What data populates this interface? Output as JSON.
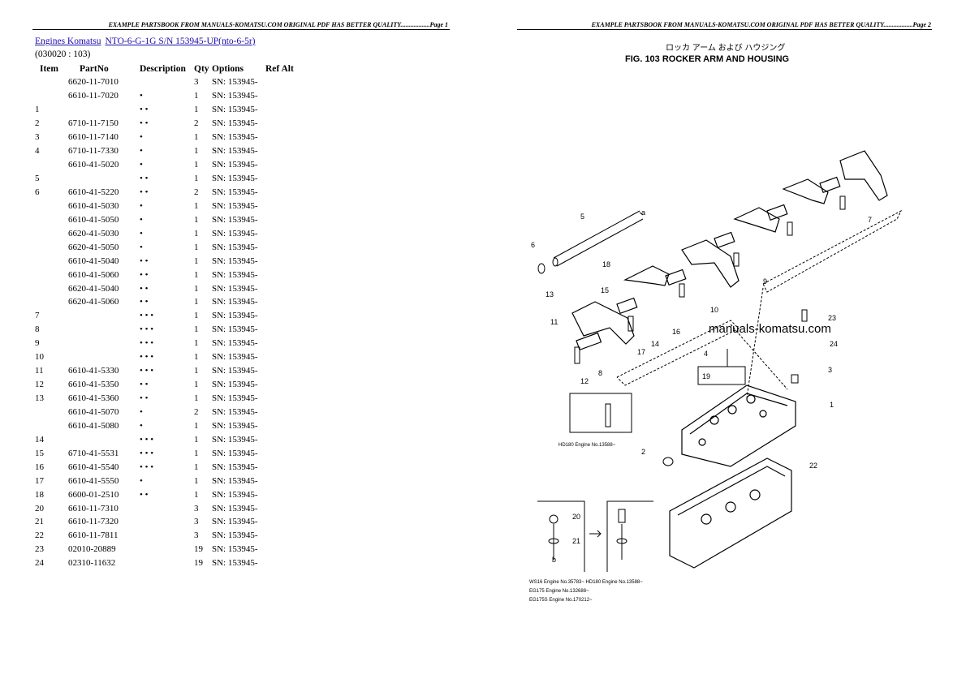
{
  "headers": {
    "left": "EXAMPLE PARTSBOOK FROM MANUALS-KOMATSU.COM ORIGINAL PDF HAS BETTER QUALITY..................Page 1",
    "right": "EXAMPLE PARTSBOOK FROM MANUALS-KOMATSU.COM ORIGINAL PDF HAS BETTER QUALITY..................Page 2"
  },
  "title": {
    "part1": "Engines Komatsu",
    "part2": "NTO-6-G-1G S/N 153945-UP(nto-6-5r)"
  },
  "subtitle": "(030020 : 103)",
  "table": {
    "columns": [
      "Item",
      "PartNo",
      "Description",
      "Qty",
      "Options",
      "Ref Alt"
    ],
    "rows": [
      {
        "item": "",
        "part": "6620-11-7010",
        "desc": "",
        "qty": "3",
        "opt": "SN: 153945-"
      },
      {
        "item": "",
        "part": "6610-11-7020",
        "desc": "•",
        "qty": "1",
        "opt": "SN: 153945-"
      },
      {
        "item": "1",
        "part": "",
        "desc": "• •",
        "qty": "1",
        "opt": "SN: 153945-"
      },
      {
        "item": "2",
        "part": "6710-11-7150",
        "desc": "• •",
        "qty": "2",
        "opt": "SN: 153945-"
      },
      {
        "item": "3",
        "part": "6610-11-7140",
        "desc": "•",
        "qty": "1",
        "opt": "SN: 153945-"
      },
      {
        "item": "4",
        "part": "6710-11-7330",
        "desc": "•",
        "qty": "1",
        "opt": "SN: 153945-"
      },
      {
        "item": "",
        "part": "6610-41-5020",
        "desc": "•",
        "qty": "1",
        "opt": "SN: 153945-"
      },
      {
        "item": "5",
        "part": "",
        "desc": "• •",
        "qty": "1",
        "opt": "SN: 153945-"
      },
      {
        "item": "6",
        "part": "6610-41-5220",
        "desc": "• •",
        "qty": "2",
        "opt": "SN: 153945-"
      },
      {
        "item": "",
        "part": "6610-41-5030",
        "desc": "•",
        "qty": "1",
        "opt": "SN: 153945-"
      },
      {
        "item": "",
        "part": "6610-41-5050",
        "desc": "•",
        "qty": "1",
        "opt": "SN: 153945-"
      },
      {
        "item": "",
        "part": "6620-41-5030",
        "desc": "•",
        "qty": "1",
        "opt": "SN: 153945-"
      },
      {
        "item": "",
        "part": "6620-41-5050",
        "desc": "•",
        "qty": "1",
        "opt": "SN: 153945-"
      },
      {
        "item": "",
        "part": "6610-41-5040",
        "desc": "• •",
        "qty": "1",
        "opt": "SN: 153945-"
      },
      {
        "item": "",
        "part": "6610-41-5060",
        "desc": "• •",
        "qty": "1",
        "opt": "SN: 153945-"
      },
      {
        "item": "",
        "part": "6620-41-5040",
        "desc": "• •",
        "qty": "1",
        "opt": "SN: 153945-"
      },
      {
        "item": "",
        "part": "6620-41-5060",
        "desc": "• •",
        "qty": "1",
        "opt": "SN: 153945-"
      },
      {
        "item": "7",
        "part": "",
        "desc": "• • •",
        "qty": "1",
        "opt": "SN: 153945-"
      },
      {
        "item": "8",
        "part": "",
        "desc": "• • •",
        "qty": "1",
        "opt": "SN: 153945-"
      },
      {
        "item": "9",
        "part": "",
        "desc": "• • •",
        "qty": "1",
        "opt": "SN: 153945-"
      },
      {
        "item": "10",
        "part": "",
        "desc": "• • •",
        "qty": "1",
        "opt": "SN: 153945-"
      },
      {
        "item": "11",
        "part": "6610-41-5330",
        "desc": "• • •",
        "qty": "1",
        "opt": "SN: 153945-"
      },
      {
        "item": "12",
        "part": "6610-41-5350",
        "desc": "• •",
        "qty": "1",
        "opt": "SN: 153945-"
      },
      {
        "item": "13",
        "part": "6610-41-5360",
        "desc": "• •",
        "qty": "1",
        "opt": "SN: 153945-"
      },
      {
        "item": "",
        "part": "6610-41-5070",
        "desc": "•",
        "qty": "2",
        "opt": "SN: 153945-"
      },
      {
        "item": "",
        "part": "6610-41-5080",
        "desc": "•",
        "qty": "1",
        "opt": "SN: 153945-"
      },
      {
        "item": "14",
        "part": "",
        "desc": "• • •",
        "qty": "1",
        "opt": "SN: 153945-"
      },
      {
        "item": "15",
        "part": "6710-41-5531",
        "desc": "• • •",
        "qty": "1",
        "opt": "SN: 153945-"
      },
      {
        "item": "16",
        "part": "6610-41-5540",
        "desc": "• • •",
        "qty": "1",
        "opt": "SN: 153945-"
      },
      {
        "item": "17",
        "part": "6610-41-5550",
        "desc": "•",
        "qty": "1",
        "opt": "SN: 153945-"
      },
      {
        "item": "18",
        "part": "6600-01-2510",
        "desc": "• •",
        "qty": "1",
        "opt": "SN: 153945-"
      },
      {
        "item": "20",
        "part": "6610-11-7310",
        "desc": "",
        "qty": "3",
        "opt": "SN: 153945-"
      },
      {
        "item": "21",
        "part": "6610-11-7320",
        "desc": "",
        "qty": "3",
        "opt": "SN: 153945-"
      },
      {
        "item": "22",
        "part": "6610-11-7811",
        "desc": "",
        "qty": "3",
        "opt": "SN: 153945-"
      },
      {
        "item": "23",
        "part": "02010-20889",
        "desc": "",
        "qty": "19",
        "opt": "SN: 153945-"
      },
      {
        "item": "24",
        "part": "02310-11632",
        "desc": "",
        "qty": "19",
        "opt": "SN: 153945-"
      }
    ]
  },
  "diagram": {
    "title_jp": "ロッカ アーム および ハウジング",
    "title_en": "FIG. 103 ROCKER ARM AND HOUSING",
    "watermark": "manuals-komatsu.com",
    "inset1_caption": "HD180 Engine No.13588~",
    "footnote_line1": "WS16  Engine No.35783~  HD180 Engine No.13588~",
    "footnote_line2": "EG175  Engine No.132688~",
    "footnote_line3": "EG175S Engine No.170212~",
    "callouts": [
      "1",
      "2",
      "3",
      "4",
      "5",
      "6",
      "7",
      "8",
      "9",
      "10",
      "11",
      "12",
      "13",
      "14",
      "15",
      "16",
      "17",
      "18",
      "19",
      "20",
      "21",
      "22",
      "23",
      "24",
      "a",
      "b"
    ]
  }
}
